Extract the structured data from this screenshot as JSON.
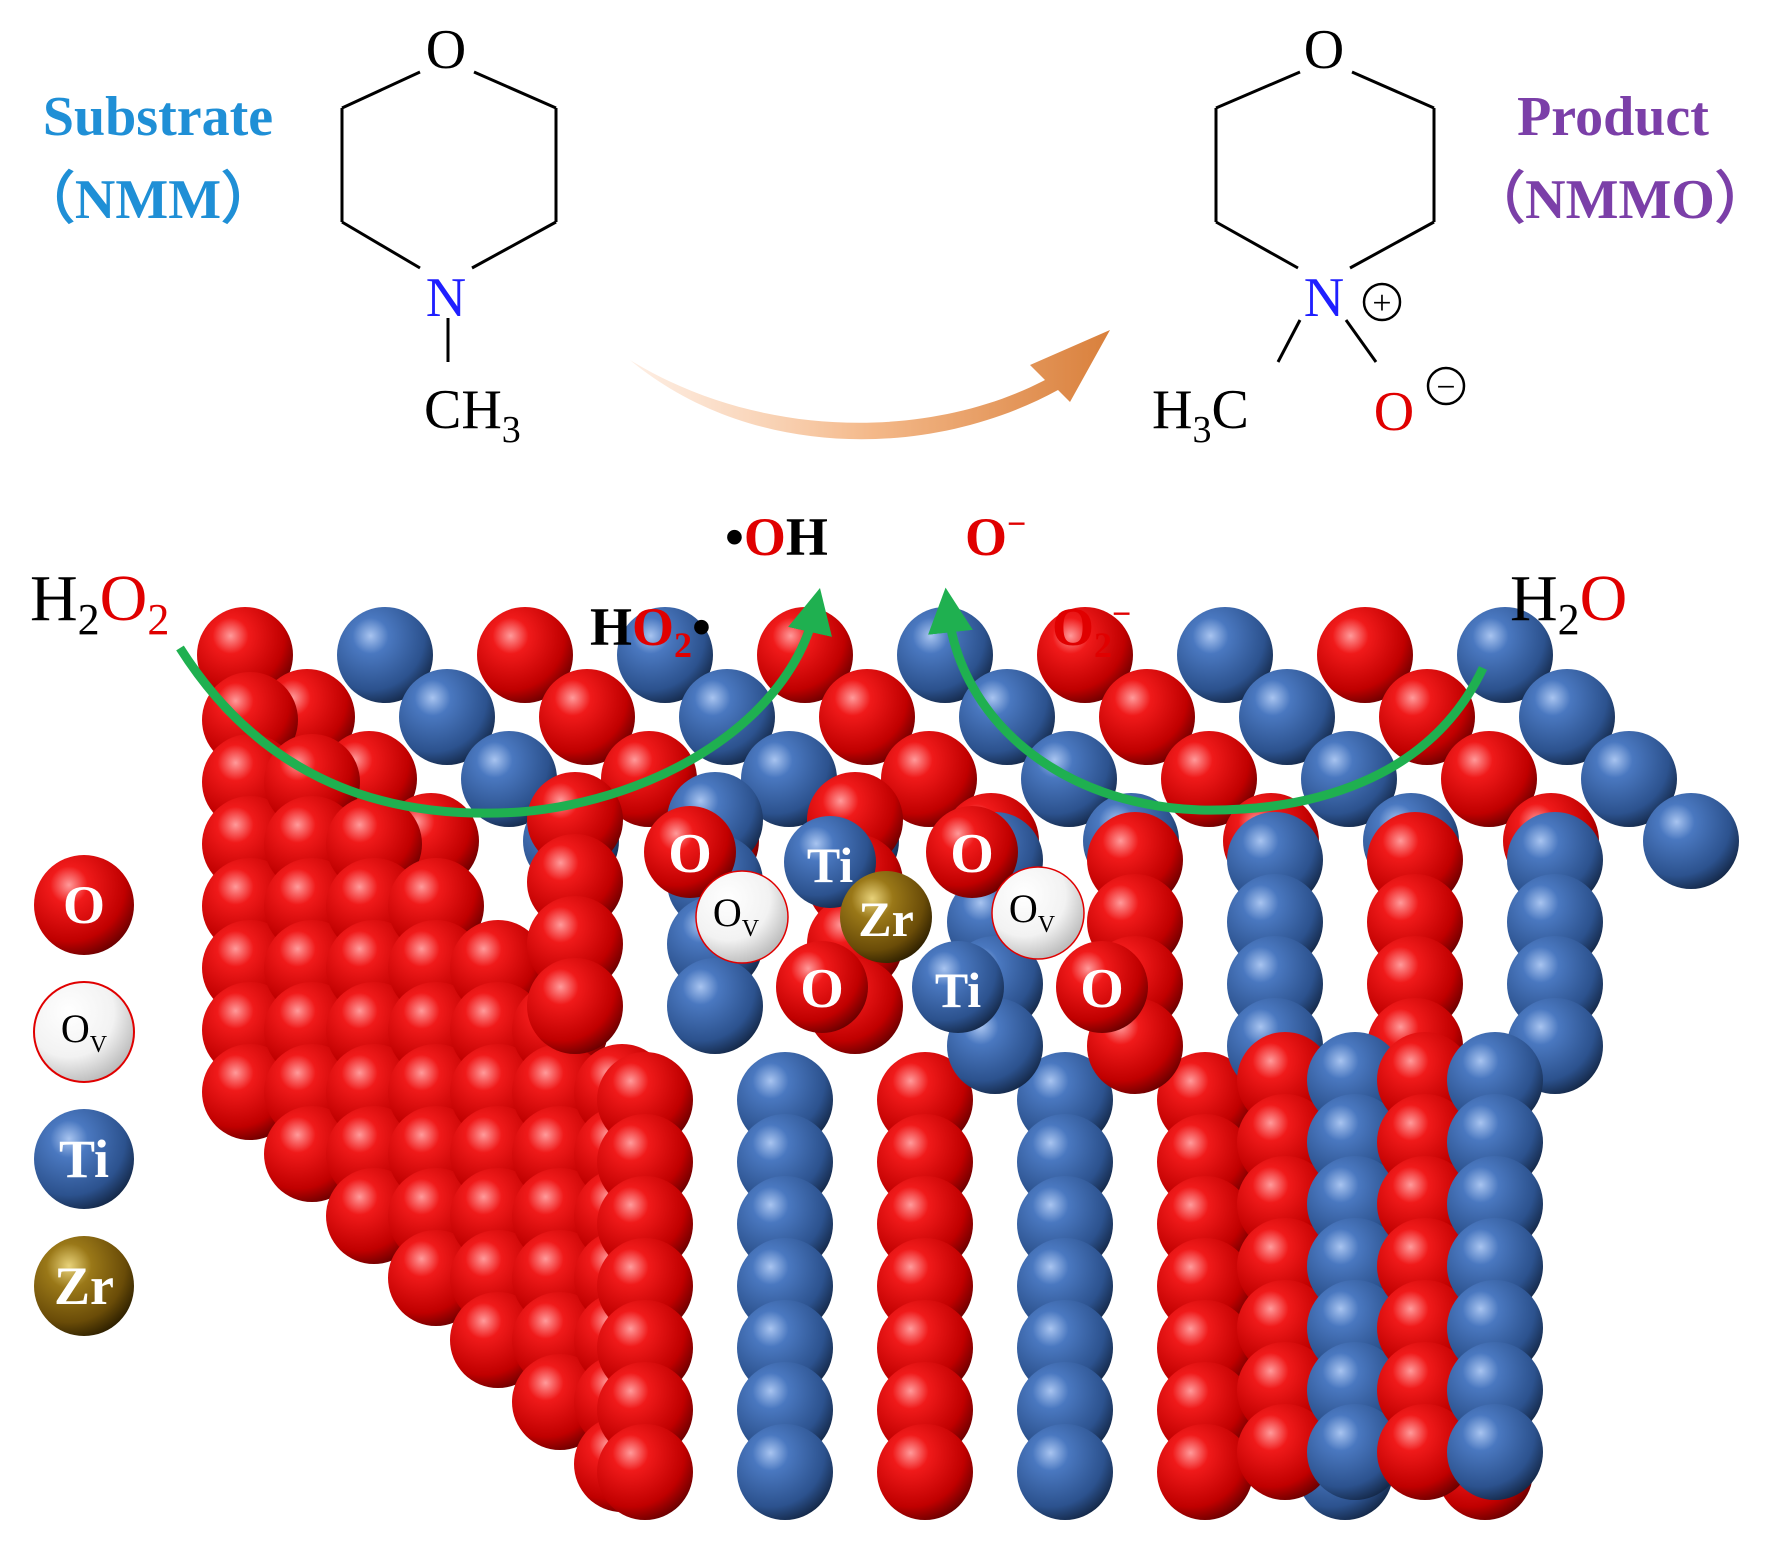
{
  "substrate": {
    "label": "Substrate",
    "abbr": "（NMM）",
    "atom_O": "O",
    "atom_N": "N",
    "methyl": "CH",
    "methyl_sub": "3"
  },
  "product": {
    "label": "Product",
    "abbr": "（NMMO）",
    "atom_O": "O",
    "atom_N": "N",
    "charge_pos": "+",
    "methyl": "H",
    "methyl_sub": "3",
    "methyl_c": "C",
    "oxide_O": "O",
    "charge_neg": "−"
  },
  "reactants": {
    "h2o2": {
      "H": "H",
      "sub": "2",
      "O": "O",
      "sub2": "2"
    },
    "h2o": {
      "H": "H",
      "sub": "2",
      "O": "O"
    }
  },
  "species": {
    "oh": {
      "dot": "•",
      "O": "O",
      "H": "H"
    },
    "ho2": {
      "H": "H",
      "O": "O",
      "sub": "2",
      "dot": "•"
    },
    "o_minus": {
      "O": "O",
      "sup": "−"
    },
    "o2_minus": {
      "O": "O",
      "sub": "2",
      "sup": "−"
    }
  },
  "surface_labels": {
    "o": "O",
    "ov": "O",
    "ov_sub": "V",
    "ti": "Ti",
    "zr": "Zr"
  },
  "legend": [
    {
      "key": "o",
      "text": "O",
      "sub": ""
    },
    {
      "key": "ov",
      "text": "O",
      "sub": "V"
    },
    {
      "key": "ti",
      "text": "Ti",
      "sub": ""
    },
    {
      "key": "zr",
      "text": "Zr",
      "sub": ""
    }
  ],
  "colors": {
    "oxygen": "#e00000",
    "vacancy": "#ffffff",
    "titanium": "#2f5a9a",
    "zirconium": "#7a5c10",
    "substrate_label": "#1f8fd6",
    "product_label": "#7b3fa8",
    "nitrogen": "#1f1fff",
    "arrow_green": "#1fb050",
    "arrow_orange": "#e08a45"
  }
}
